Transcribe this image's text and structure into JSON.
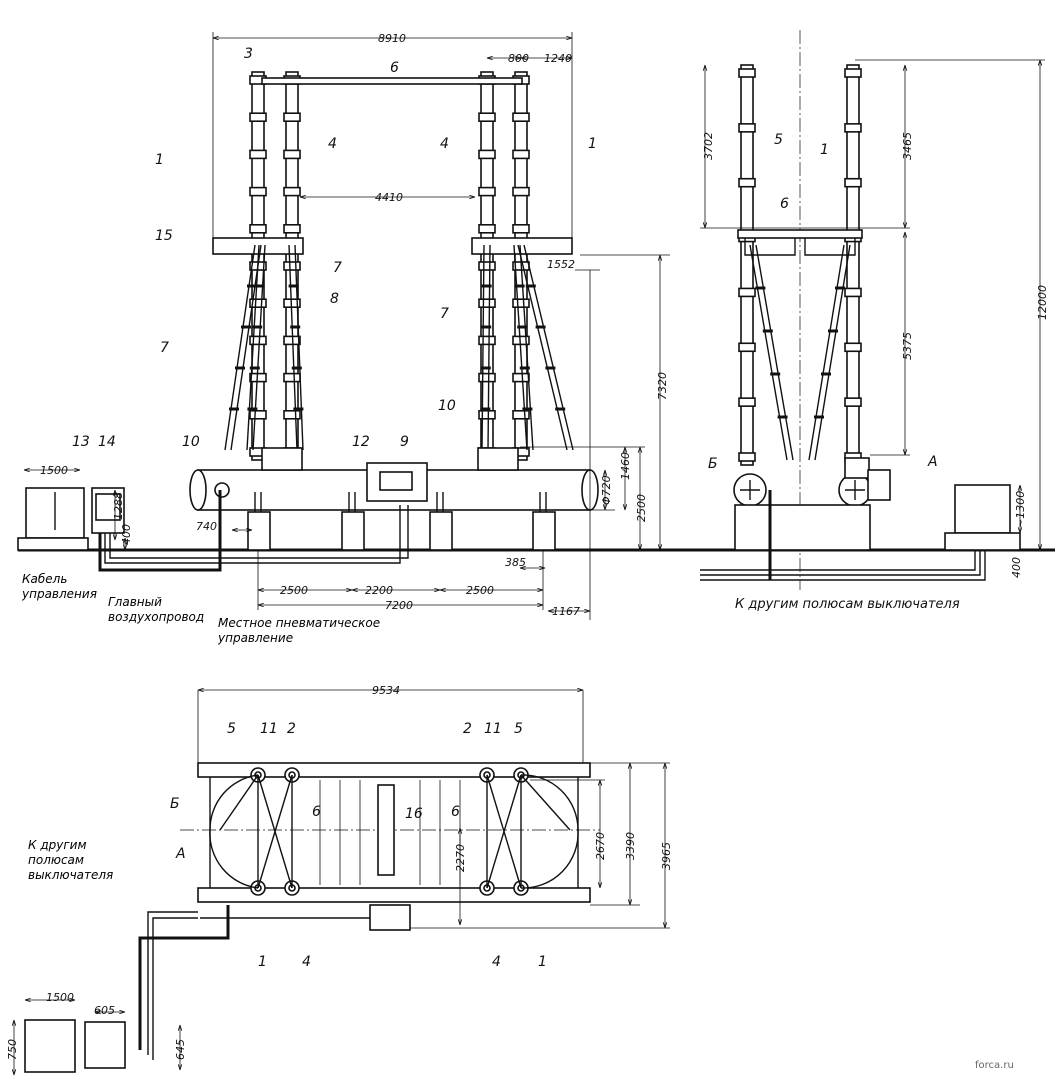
{
  "front_view": {
    "callouts": {
      "c3": "3",
      "c6": "6",
      "c1l": "1",
      "c4l": "4",
      "c4r": "4",
      "c1r": "1",
      "c15": "15",
      "c7a": "7",
      "c8": "8",
      "c7b": "7",
      "c7c": "7",
      "c10l": "10",
      "c12": "12",
      "c9": "9",
      "c10r": "10",
      "c13": "13",
      "c14": "14"
    },
    "dimensions": {
      "d8910": "8910",
      "d800": "800",
      "d1240": "1240",
      "d4410": "4410",
      "d1552": "1552",
      "d7320": "7320",
      "d1460": "1460",
      "d720": "Φ720",
      "d2500v": "2500",
      "d1500": "1500",
      "d1288": "1288",
      "d400": "400",
      "d740": "740",
      "d385": "385",
      "d2500a": "2500",
      "d2200": "2200",
      "d2500b": "2500",
      "d7200": "7200",
      "d1167": "1167"
    },
    "captions": {
      "cable": "Кабель управления",
      "air": "Главный воздухопровод",
      "local": "Местное пневматическое управление"
    }
  },
  "side_view": {
    "callouts": {
      "c5": "5",
      "c1": "1",
      "c6": "6",
      "cB": "Б",
      "cA": "А"
    },
    "dimensions": {
      "d3702": "3702",
      "d3465": "3465",
      "d5375": "5375",
      "d12000": "12000",
      "d1300": "~1300",
      "d400": "400"
    },
    "captions": {
      "other_poles": "К другим полюсам выключателя"
    }
  },
  "plan_view": {
    "callouts": {
      "c5l": "5",
      "c11l": "11",
      "c2l": "2",
      "c2r": "2",
      "c11r": "11",
      "c5r": "5",
      "cB": "Б",
      "cA": "А",
      "c6l": "6",
      "c6r": "6",
      "c16": "16",
      "c1l": "1",
      "c4l": "4",
      "c4r": "4",
      "c1r": "1"
    },
    "dimensions": {
      "d9534": "9534",
      "d2670": "2670",
      "d3390": "3390",
      "d3965": "3965",
      "d2270": "2270",
      "d1500": "1500",
      "d605": "605",
      "d750": "750",
      "d645": "645"
    },
    "captions": {
      "other_poles": "К другим полюсам выключателя"
    }
  },
  "watermark": "forca.ru"
}
